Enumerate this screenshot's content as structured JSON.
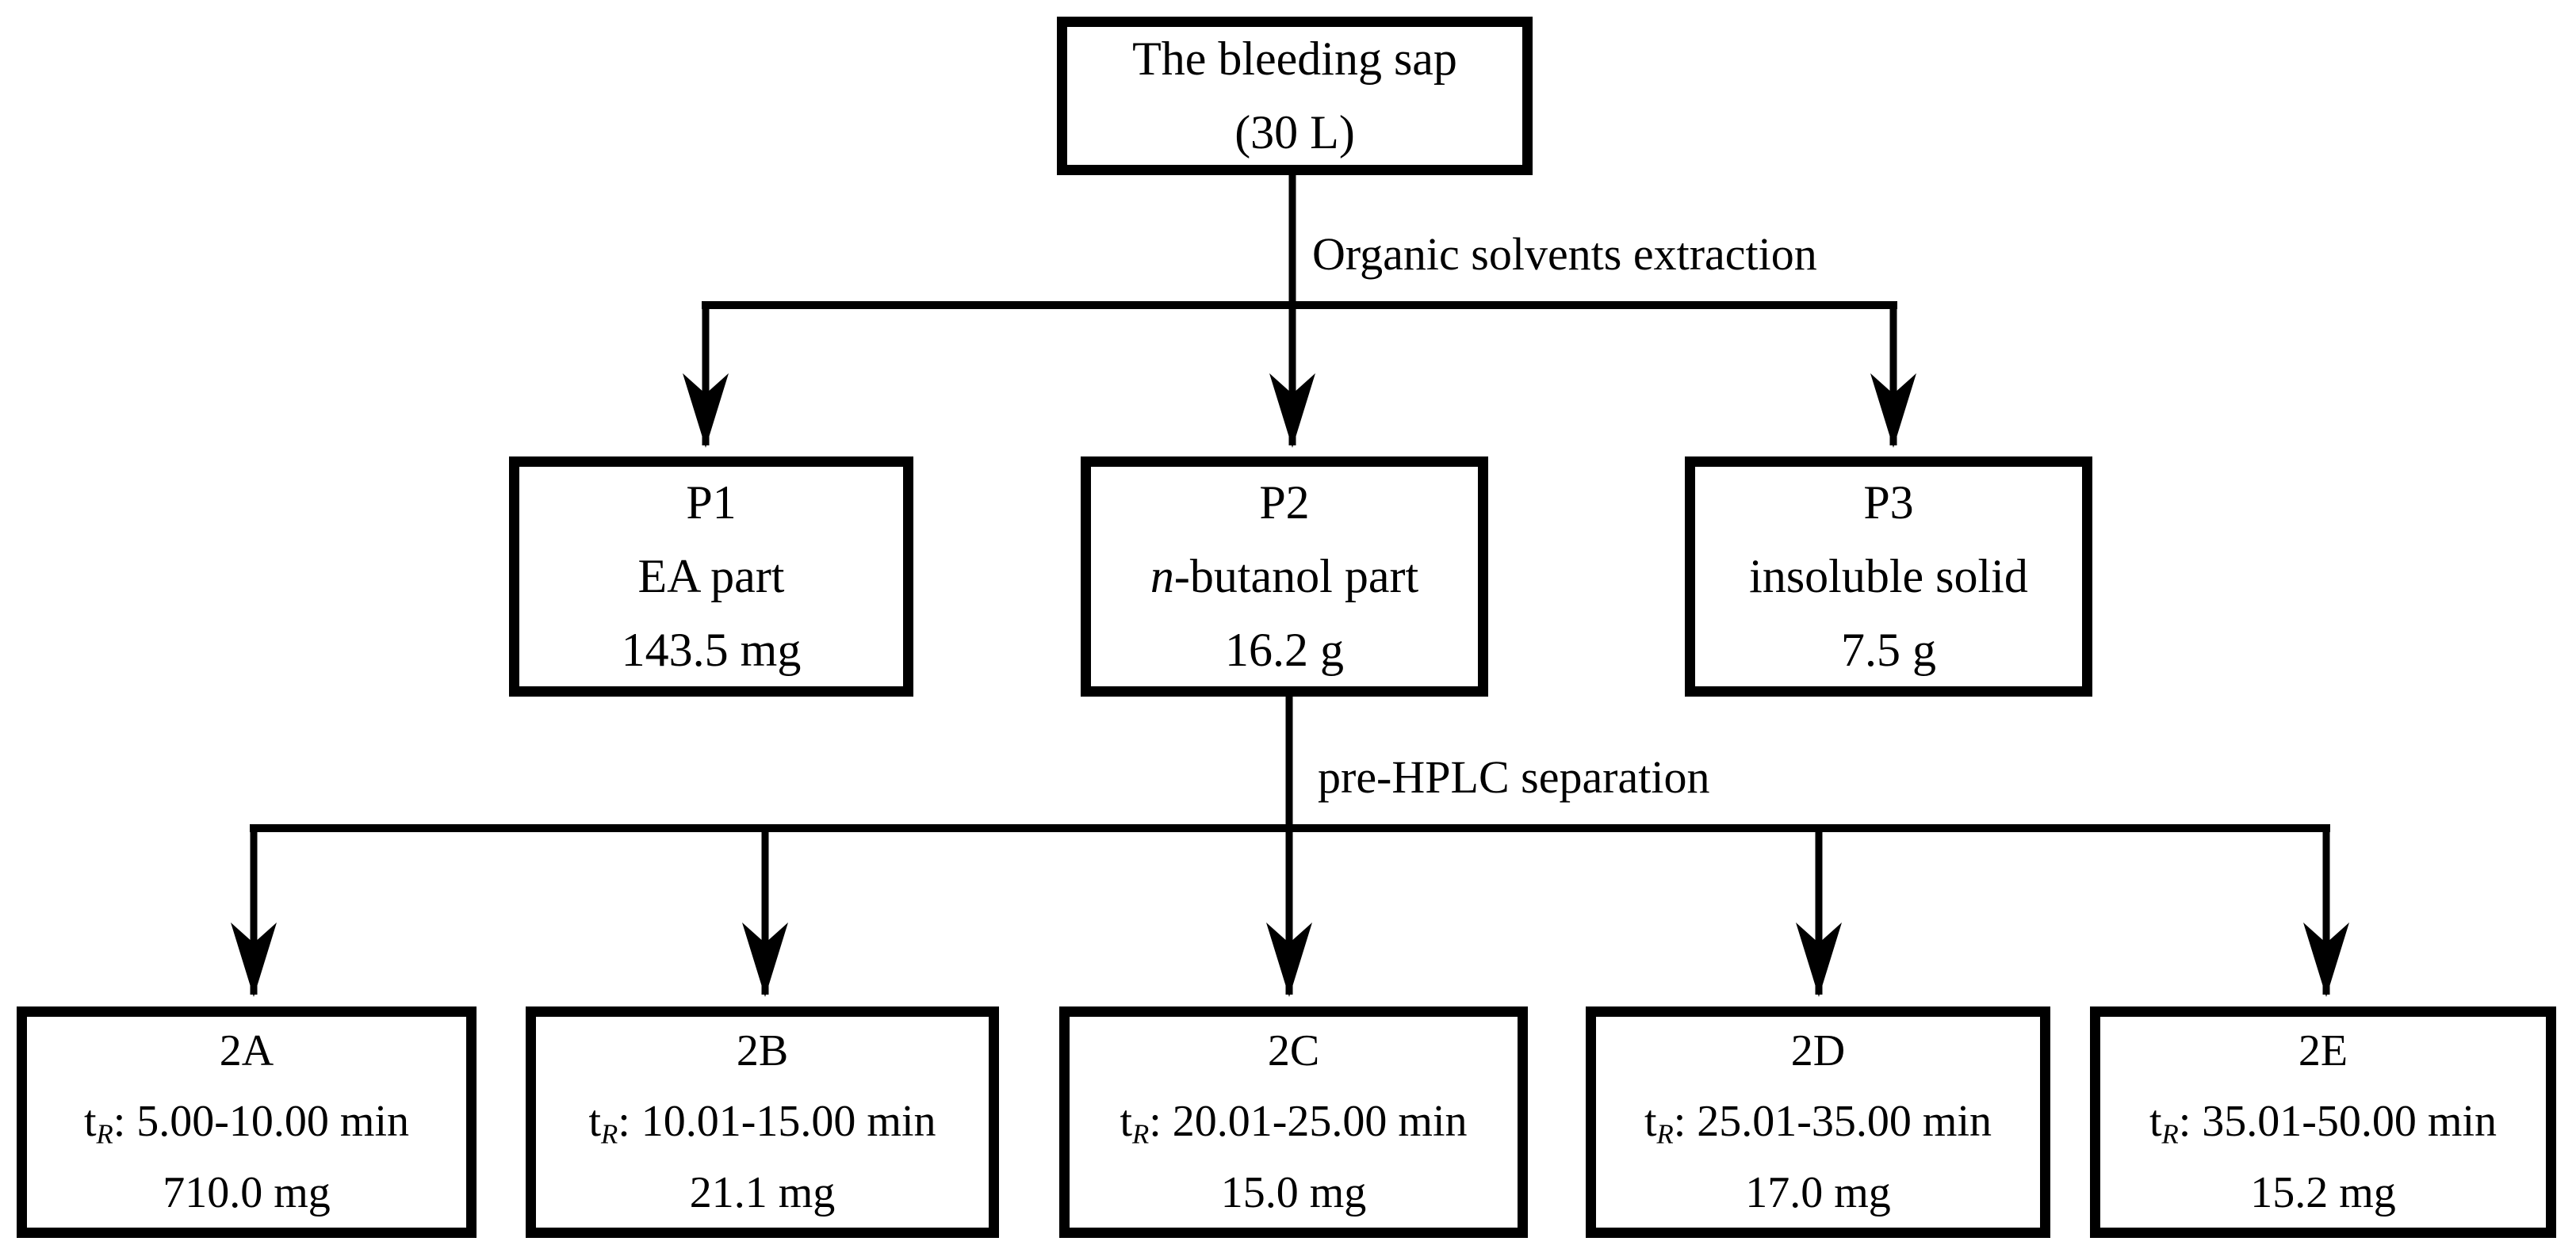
{
  "colors": {
    "ink": "#000000",
    "background": "#ffffff"
  },
  "flowchart": {
    "root": {
      "line1": "The bleeding sap",
      "line2": "(30 L)"
    },
    "step1_label": "Organic solvents extraction",
    "step2_label": "pre-HPLC separation",
    "fractions": [
      {
        "id": "P1",
        "name_italic": "",
        "name": "EA part",
        "amount": "143.5 mg"
      },
      {
        "id": "P2",
        "name_italic": "n",
        "name": "-butanol part",
        "amount": "16.2 g"
      },
      {
        "id": "P3",
        "name_italic": "",
        "name": "insoluble solid",
        "amount": "7.5 g"
      }
    ],
    "subfractions": [
      {
        "id": "2A",
        "rt_t": "t",
        "rt_sub": "R",
        "rt_range": ": 5.00-10.00 min",
        "amount": "710.0 mg"
      },
      {
        "id": "2B",
        "rt_t": "t",
        "rt_sub": "R",
        "rt_range": ": 10.01-15.00 min",
        "amount": "21.1 mg"
      },
      {
        "id": "2C",
        "rt_t": "t",
        "rt_sub": "R",
        "rt_range": ": 20.01-25.00 min",
        "amount": "15.0 mg"
      },
      {
        "id": "2D",
        "rt_t": "t",
        "rt_sub": "R",
        "rt_range": ": 25.01-35.00 min",
        "amount": "17.0 mg"
      },
      {
        "id": "2E",
        "rt_t": "t",
        "rt_sub": "R",
        "rt_range": ": 35.01-50.00 min",
        "amount": "15.2 mg"
      }
    ]
  }
}
